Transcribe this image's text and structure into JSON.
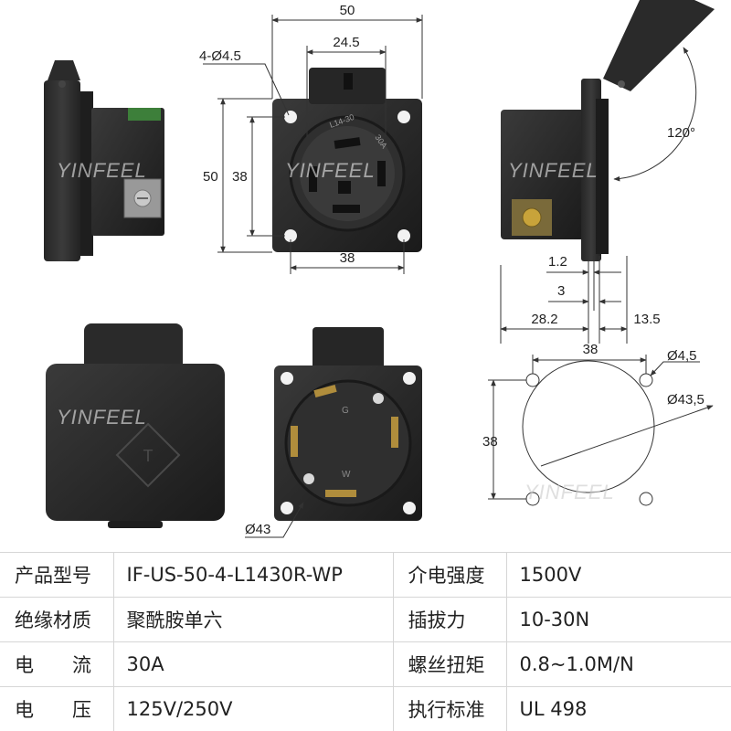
{
  "watermark": "YINFEEL",
  "dimensions": {
    "front_width": "50",
    "pin_span": "24.5",
    "hole_spec": "4-Ø4.5",
    "front_height": "50",
    "hole_vertical": "38",
    "hole_horizontal": "38",
    "open_angle": "120°",
    "plate_thickness": "1.2",
    "gap": "3",
    "depth_back": "28.2",
    "depth_front": "13.5",
    "cutout_hole_span": "38",
    "cutout_hole": "Ø4,5",
    "cutout_circle": "Ø43,5",
    "cutout_hole_vertical": "38",
    "body_diameter": "Ø43"
  },
  "face_marks": {
    "rating_left": "L14-30",
    "rating_right": "30A",
    "ground_mark": "G",
    "terminal_mark": "W"
  },
  "specs": [
    {
      "label": "产品型号",
      "value": "IF-US-50-4-L1430R-WP",
      "label2": "介电强度",
      "value2": "1500V"
    },
    {
      "label": "绝缘材质",
      "value": "聚酰胺单六",
      "label2": "插拔力",
      "value2": "10-30N"
    },
    {
      "label": "电　　流",
      "value": "30A",
      "label2": "螺丝扭矩",
      "value2": "0.8~1.0M/N"
    },
    {
      "label": "电　　压",
      "value": "125V/250V",
      "label2": "执行标准",
      "value2": "UL 498"
    }
  ]
}
